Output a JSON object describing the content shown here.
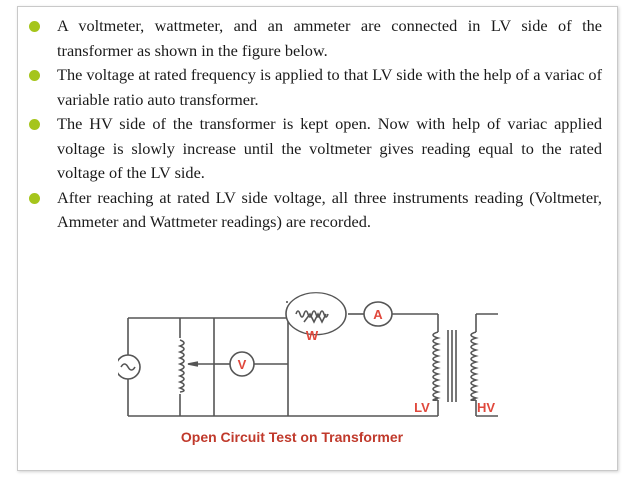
{
  "bullets": [
    "A voltmeter, wattmeter, and an ammeter are connected in LV side of the transformer as shown in the figure below.",
    "The voltage at rated frequency is applied to that LV side with the help of a variac of variable ratio auto transformer.",
    "The HV side of the transformer is kept open. Now with help of variac applied voltage is slowly increase until the voltmeter gives reading equal to the rated voltage of the LV side.",
    "After reaching at rated LV side voltage, all three instruments reading (Voltmeter, Ammeter and Wattmeter readings) are recorded."
  ],
  "figure": {
    "voltmeter_label": "V",
    "ammeter_label": "A",
    "wattmeter_label": "W",
    "lv_label": "LV",
    "hv_label": "HV",
    "caption": "Open Circuit Test on Transformer"
  },
  "colors": {
    "bullet": "#a5c51b",
    "label_red": "#e0483c",
    "caption_red": "#c0392b"
  }
}
